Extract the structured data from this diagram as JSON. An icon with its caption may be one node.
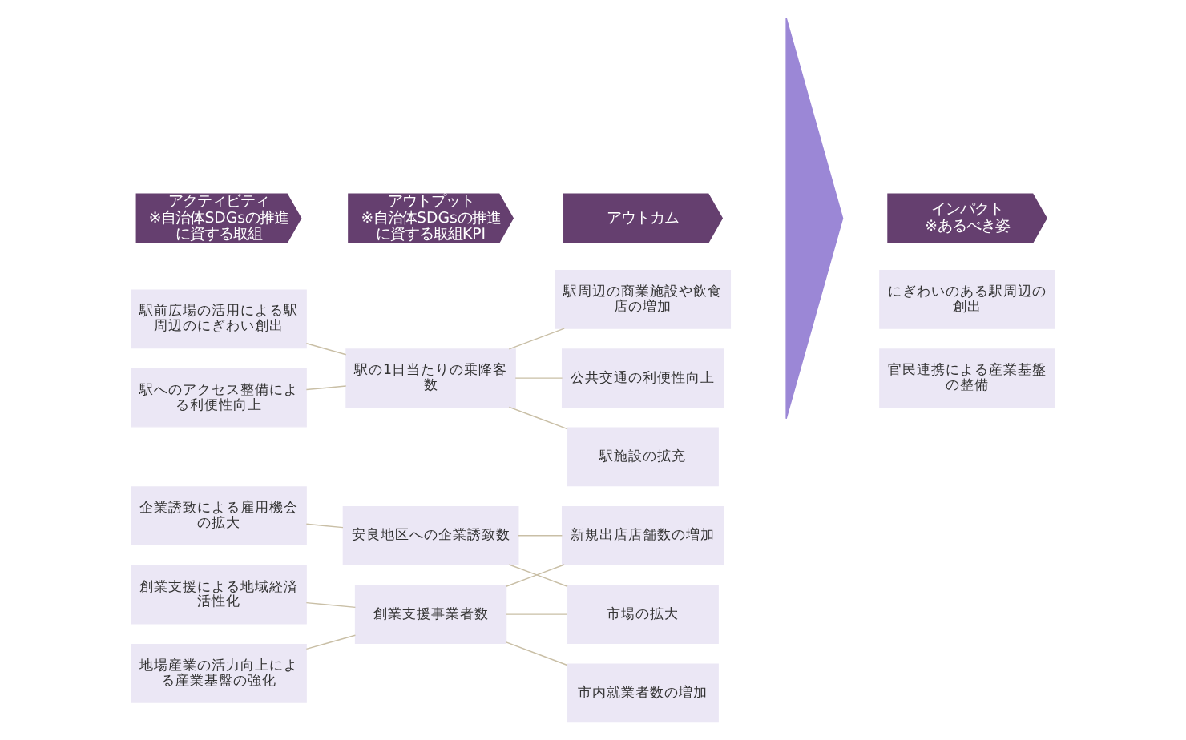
{
  "diagram": {
    "nodes": [
      {
        "text": [
          "アクティビティ",
          "※自治体SDGsの推進に資する取組"
        ]
      },
      {
        "text": [
          "アウトプット",
          "※自治体SDGsの推進に資する取組KPI"
        ]
      },
      {
        "text": [
          "アウトカム"
        ]
      },
      {
        "text": [
          "インパクト",
          "※あるべき姿"
        ]
      },
      {
        "text": [
          "駅前広場の活用による駅周辺のにぎわい創出"
        ]
      },
      {
        "text": [
          "駅へのアクセス整備による利便性向上"
        ]
      },
      {
        "text": [
          "企業誘致による雇用機会の拡大"
        ]
      },
      {
        "text": [
          "創業支援による地域経済活性化"
        ]
      },
      {
        "text": [
          "地場産業の活力向上による産業基盤の強化"
        ]
      },
      {
        "text": [
          "駅の1日当たりの乗降客数"
        ]
      },
      {
        "text": [
          "安良地区への企業誘致数"
        ]
      },
      {
        "text": [
          "創業支援事業者数"
        ]
      },
      {
        "text": [
          "駅周辺の商業施設や飲食店の増加"
        ]
      },
      {
        "text": [
          "公共交通の利便性向上"
        ]
      },
      {
        "text": [
          "駅施設の拡充"
        ]
      },
      {
        "text": [
          "新規出店店舗数の増加"
        ]
      },
      {
        "text": [
          "市場の拡大"
        ]
      },
      {
        "text": [
          "市内就業者数の増加"
        ]
      },
      {
        "text": [],
        "shape": "triangle"
      },
      {
        "text": [
          "にぎわいのある駅周辺の創出"
        ]
      },
      {
        "text": [
          "官民連携による産業基盤の整備"
        ]
      }
    ],
    "edges": [
      {
        "from": 4,
        "to": 9,
        "arrow": "none"
      },
      {
        "from": 5,
        "to": 9,
        "arrow": "none"
      },
      {
        "from": 6,
        "to": 10,
        "arrow": "none"
      },
      {
        "from": 7,
        "to": 11,
        "arrow": "none"
      },
      {
        "from": 8,
        "to": 11,
        "arrow": "none"
      },
      {
        "from": 9,
        "to": 12,
        "arrow": "none"
      },
      {
        "from": 9,
        "to": 13,
        "arrow": "none"
      },
      {
        "from": 9,
        "to": 14,
        "arrow": "none"
      },
      {
        "from": 10,
        "to": 15,
        "arrow": "none"
      },
      {
        "from": 10,
        "to": 16,
        "arrow": "none"
      },
      {
        "from": 11,
        "to": 15,
        "arrow": "none"
      },
      {
        "from": 11,
        "to": 16,
        "arrow": "none"
      },
      {
        "from": 11,
        "to": 17,
        "arrow": "none"
      }
    ]
  }
}
